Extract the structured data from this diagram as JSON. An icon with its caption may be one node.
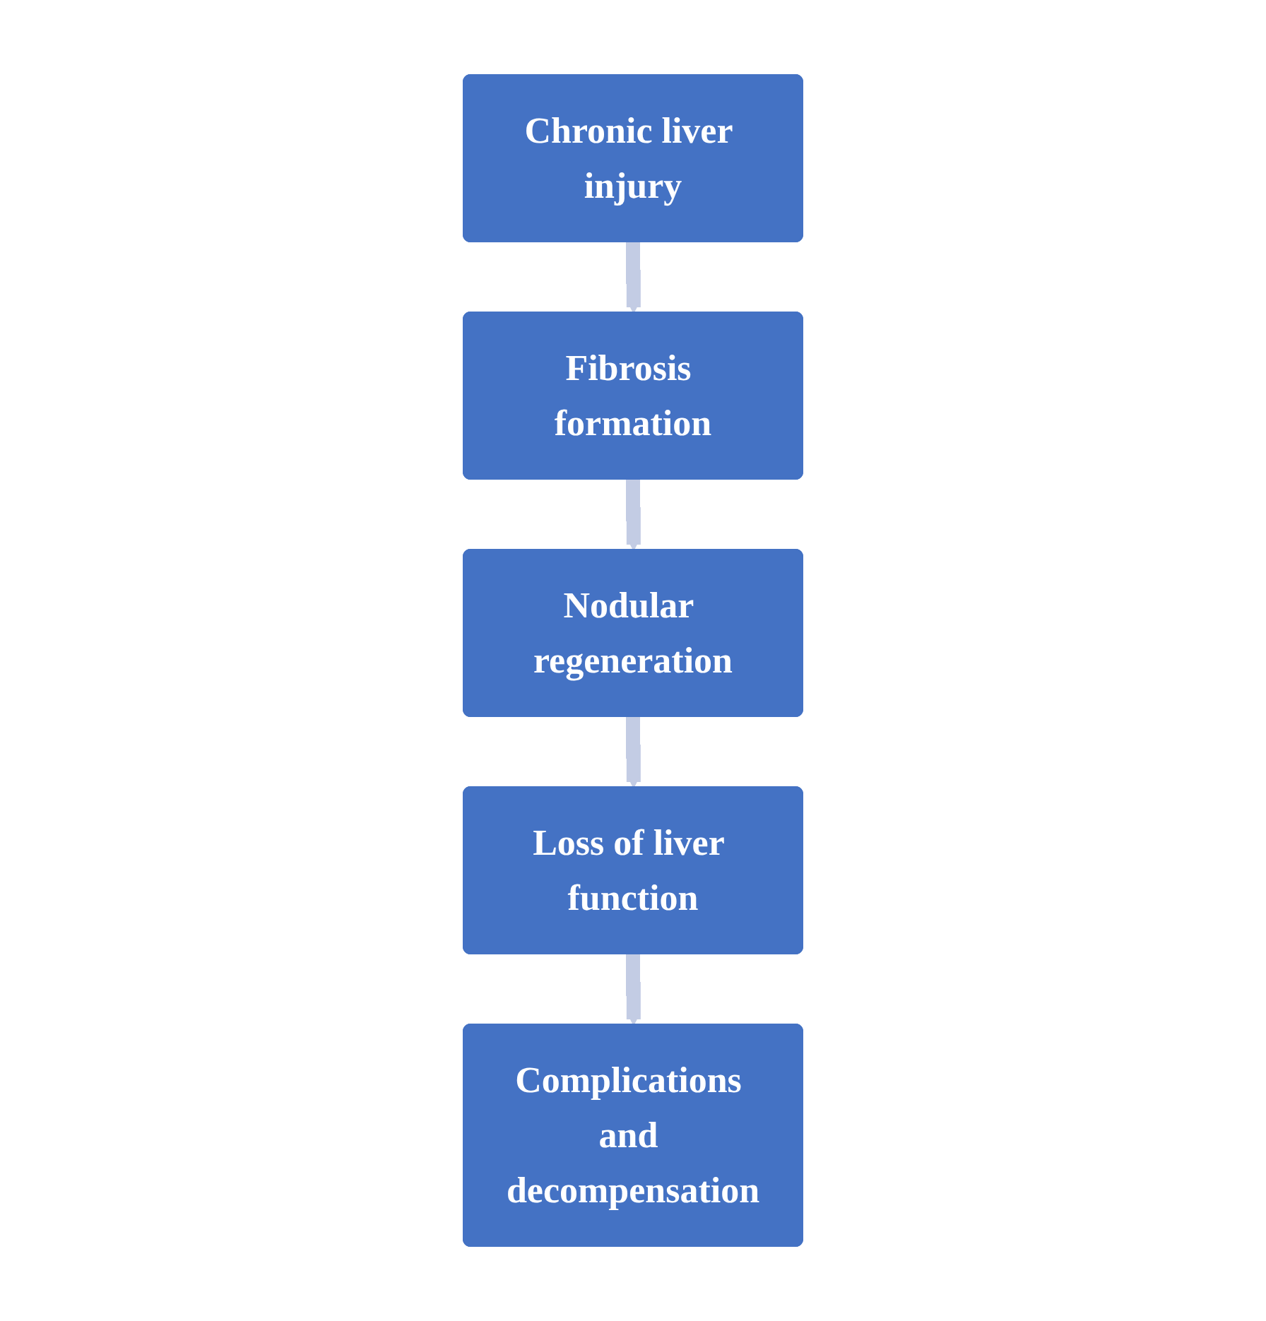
{
  "diagram": {
    "nodes": [
      {
        "text": [
          "Chronic liver injury"
        ]
      },
      {
        "text": [
          "Fibrosis formation"
        ]
      },
      {
        "text": [
          "Nodular regeneration"
        ]
      },
      {
        "text": [
          "Loss of liver function"
        ]
      },
      {
        "text": [
          "Complications and decompensation"
        ]
      }
    ],
    "edges": [
      {
        "from": 0,
        "to": 1,
        "arrow": "to"
      },
      {
        "from": 1,
        "to": 2,
        "arrow": "to"
      },
      {
        "from": 2,
        "to": 3,
        "arrow": "to"
      },
      {
        "from": 3,
        "to": 4,
        "arrow": "to"
      }
    ]
  }
}
